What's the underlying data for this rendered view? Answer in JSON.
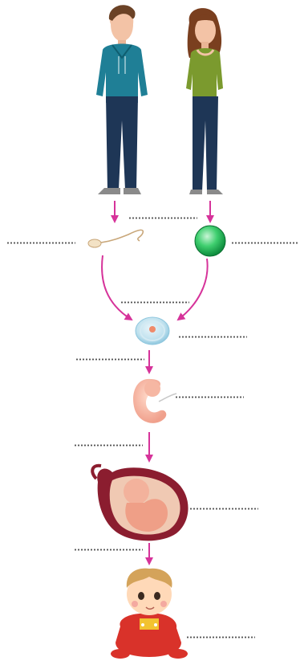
{
  "diagram": {
    "arrow_color": "#d6339a",
    "nodes": [
      {
        "id": "father",
        "icon": "man-figure"
      },
      {
        "id": "mother",
        "icon": "woman-figure"
      },
      {
        "id": "sperm",
        "icon": "sperm-cell"
      },
      {
        "id": "egg",
        "icon": "egg-cell"
      },
      {
        "id": "zygote",
        "icon": "fertilized-egg"
      },
      {
        "id": "embryo",
        "icon": "embryo"
      },
      {
        "id": "fetus",
        "icon": "fetus-in-womb"
      },
      {
        "id": "baby",
        "icon": "baby"
      }
    ],
    "blanks": [
      {
        "id": "sperm-producing-organ",
        "text": ""
      },
      {
        "id": "sperm-label",
        "text": ""
      },
      {
        "id": "egg-label",
        "text": ""
      },
      {
        "id": "fertilization-process",
        "text": ""
      },
      {
        "id": "zygote-label",
        "text": ""
      },
      {
        "id": "cell-division-process",
        "text": ""
      },
      {
        "id": "embryo-label",
        "text": ""
      },
      {
        "id": "development-process",
        "text": ""
      },
      {
        "id": "fetus-label",
        "text": ""
      },
      {
        "id": "birth-process",
        "text": ""
      },
      {
        "id": "baby-label",
        "text": ""
      }
    ]
  }
}
